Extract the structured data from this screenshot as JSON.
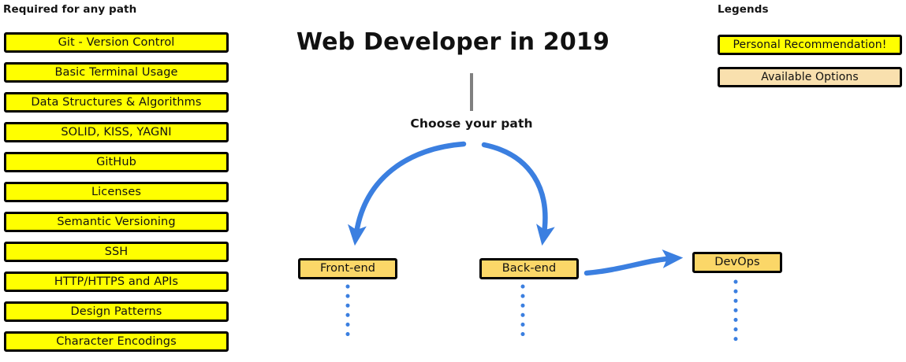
{
  "page": {
    "title": "Web Developer in 2019",
    "choose_label": "Choose your path",
    "trunk_color": "#808080",
    "arrow_color": "#3b7fe0",
    "dotted_color": "#3b7fe0"
  },
  "required": {
    "heading": "Required for any path",
    "box_color": "#ffff00",
    "items": [
      {
        "label": "Git - Version Control"
      },
      {
        "label": "Basic Terminal Usage"
      },
      {
        "label": "Data Structures & Algorithms"
      },
      {
        "label": "SOLID, KISS, YAGNI"
      },
      {
        "label": "GitHub"
      },
      {
        "label": "Licenses"
      },
      {
        "label": "Semantic Versioning"
      },
      {
        "label": "SSH"
      },
      {
        "label": "HTTP/HTTPS and APIs"
      },
      {
        "label": "Design Patterns"
      },
      {
        "label": "Character Encodings"
      }
    ]
  },
  "legends": {
    "heading": "Legends",
    "items": [
      {
        "label": "Personal Recommendation!",
        "color": "#ffff00"
      },
      {
        "label": "Available Options",
        "color": "#f9e0ae"
      }
    ]
  },
  "paths": {
    "box_color": "#fbd768",
    "items": [
      {
        "label": "Front-end"
      },
      {
        "label": "Back-end"
      },
      {
        "label": "DevOps"
      }
    ]
  }
}
